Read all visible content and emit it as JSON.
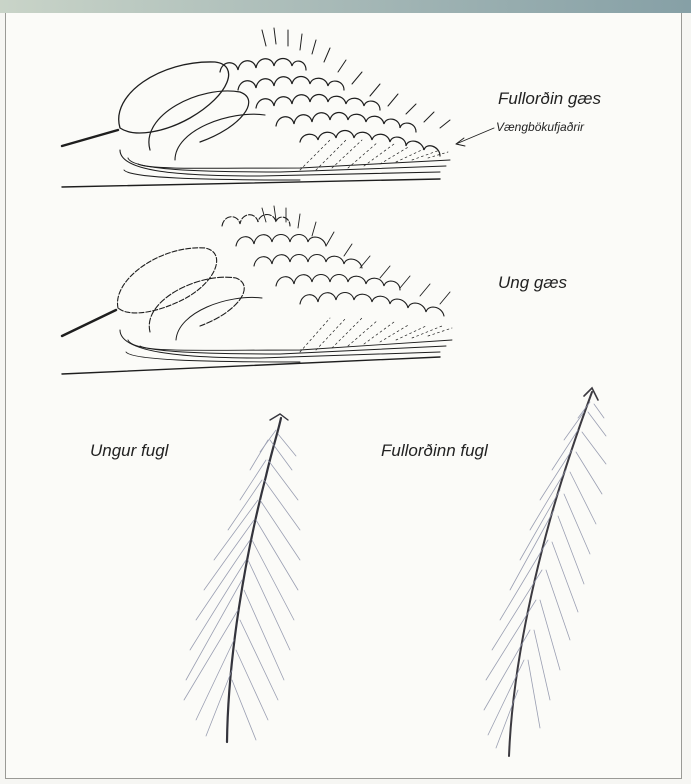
{
  "labels": {
    "adult_geese": "Fullorðin gæs",
    "wing_coverts": "Vængbökufjaðrir",
    "young_geese": "Ung gæs",
    "young_bird": "Ungur fugl",
    "adult_bird": "Fullorðinn fugl"
  }
}
